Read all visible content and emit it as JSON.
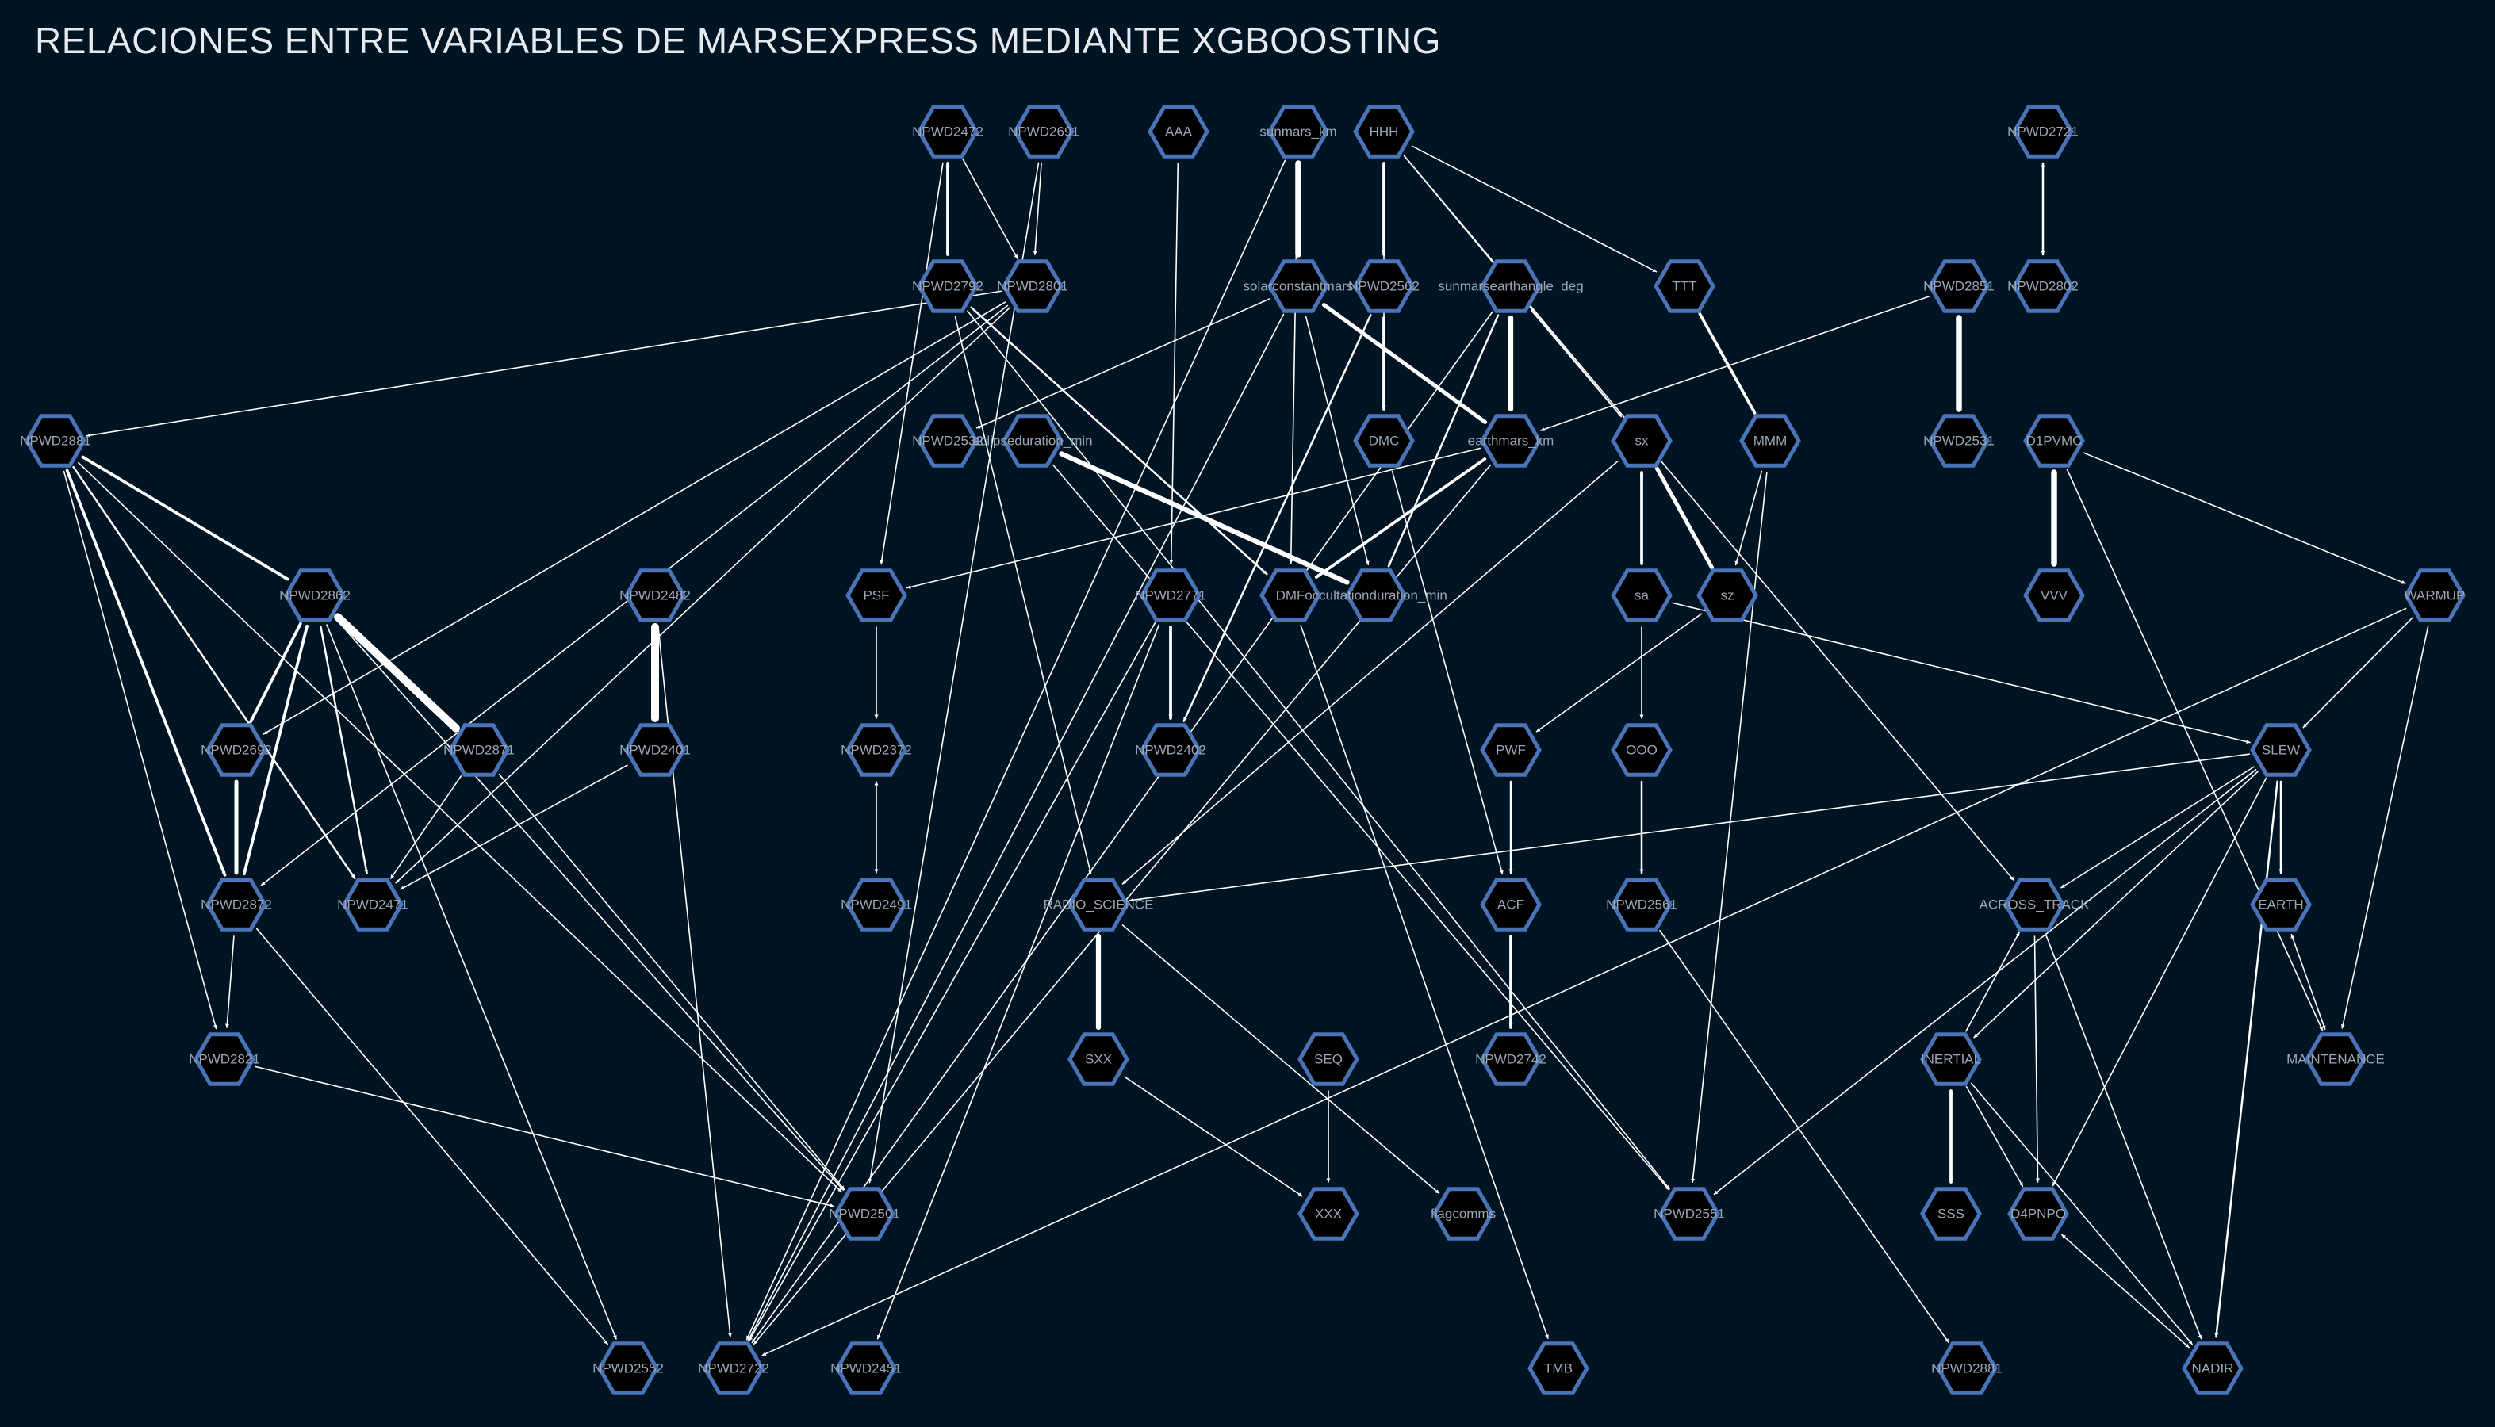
{
  "title": "RELACIONES ENTRE VARIABLES DE MARSEXPRESS MEDIANTE XGBOOSTING",
  "colors": {
    "background": "#011423",
    "node_fill": "#000000",
    "node_stroke": "#4a74b8",
    "edge": "#ffffff",
    "label": "#9aa7b6",
    "title": "#e6eaef"
  },
  "nodes": [
    {
      "id": "NPWD2472",
      "label": "NPWD2472"
    },
    {
      "id": "NPWD2691",
      "label": "NPWD2691"
    },
    {
      "id": "AAA",
      "label": "AAA"
    },
    {
      "id": "sunmars_km",
      "label": "sunmars_km"
    },
    {
      "id": "HHH",
      "label": "HHH"
    },
    {
      "id": "NPWD2721",
      "label": "NPWD2721"
    },
    {
      "id": "NPWD2792",
      "label": "NPWD2792"
    },
    {
      "id": "NPWD2801",
      "label": "NPWD2801"
    },
    {
      "id": "solarconstantmars",
      "label": "solarconstantmars"
    },
    {
      "id": "NPWD2562",
      "label": "NPWD2562"
    },
    {
      "id": "sunmarsearthangle_deg",
      "label": "sunmarsearthangle_deg"
    },
    {
      "id": "TTT",
      "label": "TTT"
    },
    {
      "id": "NPWD2851",
      "label": "NPWD2851"
    },
    {
      "id": "NPWD2802",
      "label": "NPWD2802"
    },
    {
      "id": "NPWD2881",
      "label": "NPWD2881"
    },
    {
      "id": "NPWD2532",
      "label": "NPWD2532"
    },
    {
      "id": "eclipseduration_min",
      "label": "eclipseduration_min"
    },
    {
      "id": "DMC",
      "label": "DMC"
    },
    {
      "id": "earthmars_km",
      "label": "earthmars_km"
    },
    {
      "id": "sx",
      "label": "sx"
    },
    {
      "id": "MMM",
      "label": "MMM"
    },
    {
      "id": "NPWD2531",
      "label": "NPWD2531"
    },
    {
      "id": "D1PVMC",
      "label": "D1PVMC"
    },
    {
      "id": "NPWD2862",
      "label": "NPWD2862"
    },
    {
      "id": "NPWD2482",
      "label": "NPWD2482"
    },
    {
      "id": "PSF",
      "label": "PSF"
    },
    {
      "id": "NPWD2771",
      "label": "NPWD2771"
    },
    {
      "id": "DMF",
      "label": "DMF"
    },
    {
      "id": "occultationduration_min",
      "label": "occultationduration_min"
    },
    {
      "id": "sa",
      "label": "sa"
    },
    {
      "id": "sz",
      "label": "sz"
    },
    {
      "id": "VVV",
      "label": "VVV"
    },
    {
      "id": "WARMUP",
      "label": "WARMUP"
    },
    {
      "id": "NPWD2692",
      "label": "NPWD2692"
    },
    {
      "id": "NPWD2871",
      "label": "NPWD2871"
    },
    {
      "id": "NPWD2401",
      "label": "NPWD2401"
    },
    {
      "id": "NPWD2372",
      "label": "NPWD2372"
    },
    {
      "id": "NPWD2402",
      "label": "NPWD2402"
    },
    {
      "id": "PWF",
      "label": "PWF"
    },
    {
      "id": "OOO",
      "label": "OOO"
    },
    {
      "id": "SLEW",
      "label": "SLEW"
    },
    {
      "id": "NPWD2872",
      "label": "NPWD2872"
    },
    {
      "id": "NPWD2471",
      "label": "NPWD2471"
    },
    {
      "id": "NPWD2491",
      "label": "NPWD2491"
    },
    {
      "id": "RADIO_SCIENCE",
      "label": "RADIO_SCIENCE"
    },
    {
      "id": "ACF",
      "label": "ACF"
    },
    {
      "id": "NPWD2561",
      "label": "NPWD2561"
    },
    {
      "id": "ACROSS_TRACK",
      "label": "ACROSS_TRACK"
    },
    {
      "id": "EARTH",
      "label": "EARTH"
    },
    {
      "id": "NPWD2821",
      "label": "NPWD2821"
    },
    {
      "id": "SXX",
      "label": "SXX"
    },
    {
      "id": "SEQ",
      "label": "SEQ"
    },
    {
      "id": "NPWD2742",
      "label": "NPWD2742"
    },
    {
      "id": "INERTIAL",
      "label": "INERTIAL"
    },
    {
      "id": "MAINTENANCE",
      "label": "MAINTENANCE"
    },
    {
      "id": "NPWD2501",
      "label": "NPWD2501"
    },
    {
      "id": "XXX",
      "label": "XXX"
    },
    {
      "id": "flagcomms",
      "label": "flagcomms"
    },
    {
      "id": "NPWD2551",
      "label": "NPWD2551"
    },
    {
      "id": "SSS",
      "label": "SSS"
    },
    {
      "id": "D4PNPO",
      "label": "D4PNPO"
    },
    {
      "id": "NPWD2552",
      "label": "NPWD2552"
    },
    {
      "id": "NPWD2722",
      "label": "NPWD2722"
    },
    {
      "id": "NPWD2451",
      "label": "NPWD2451"
    },
    {
      "id": "TMB",
      "label": "TMB"
    },
    {
      "id": "NPWD2881b",
      "label": "NPWD2881"
    },
    {
      "id": "NADIR",
      "label": "NADIR"
    }
  ],
  "edges": [
    {
      "from": "NPWD2472",
      "to": "NPWD2792",
      "weight": 3,
      "bidirectional": true
    },
    {
      "from": "NPWD2472",
      "to": "NPWD2801",
      "weight": 1
    },
    {
      "from": "NPWD2472",
      "to": "PSF",
      "weight": 1
    },
    {
      "from": "NPWD2691",
      "to": "NPWD2801",
      "weight": 1
    },
    {
      "from": "NPWD2691",
      "to": "NPWD2501",
      "weight": 1
    },
    {
      "from": "AAA",
      "to": "NPWD2771",
      "weight": 1
    },
    {
      "from": "sunmars_km",
      "to": "solarconstantmars",
      "weight": 6
    },
    {
      "from": "sunmars_km",
      "to": "NPWD2722",
      "weight": 1
    },
    {
      "from": "sunmars_km",
      "to": "DMF",
      "weight": 1
    },
    {
      "from": "HHH",
      "to": "NPWD2562",
      "weight": 3,
      "bidirectional": true
    },
    {
      "from": "HHH",
      "to": "TTT",
      "weight": 1
    },
    {
      "from": "HHH",
      "to": "DMC",
      "weight": 1
    },
    {
      "from": "HHH",
      "to": "ACROSS_TRACK",
      "weight": 1
    },
    {
      "from": "HHH",
      "to": "sx",
      "weight": 1
    },
    {
      "from": "NPWD2721",
      "to": "NPWD2802",
      "weight": 2,
      "bidirectional": true
    },
    {
      "from": "NPWD2792",
      "to": "DMF",
      "weight": 2
    },
    {
      "from": "NPWD2792",
      "to": "RADIO_SCIENCE",
      "weight": 1
    },
    {
      "from": "NPWD2792",
      "to": "NPWD2551",
      "weight": 1
    },
    {
      "from": "NPWD2801",
      "to": "NPWD2881",
      "weight": 1
    },
    {
      "from": "NPWD2801",
      "to": "NPWD2692",
      "weight": 1
    },
    {
      "from": "NPWD2801",
      "to": "NPWD2872",
      "weight": 1
    },
    {
      "from": "NPWD2801",
      "to": "NPWD2471",
      "weight": 1
    },
    {
      "from": "solarconstantmars",
      "to": "earthmars_km",
      "weight": 4
    },
    {
      "from": "solarconstantmars",
      "to": "NPWD2532",
      "weight": 1
    },
    {
      "from": "solarconstantmars",
      "to": "occultationduration_min",
      "weight": 1
    },
    {
      "from": "solarconstantmars",
      "to": "NPWD2722",
      "weight": 1
    },
    {
      "from": "NPWD2562",
      "to": "DMC",
      "weight": 3
    },
    {
      "from": "NPWD2562",
      "to": "NPWD2402",
      "weight": 2
    },
    {
      "from": "sunmarsearthangle_deg",
      "to": "earthmars_km",
      "weight": 5,
      "bidirectional": true
    },
    {
      "from": "sunmarsearthangle_deg",
      "to": "occultationduration_min",
      "weight": 2
    },
    {
      "from": "sunmarsearthangle_deg",
      "to": "NPWD2722",
      "weight": 1
    },
    {
      "from": "sunmarsearthangle_deg",
      "to": "sx",
      "weight": 1
    },
    {
      "from": "TTT",
      "to": "MMM",
      "weight": 3,
      "bidirectional": true
    },
    {
      "from": "NPWD2851",
      "to": "NPWD2531",
      "weight": 6,
      "bidirectional": true
    },
    {
      "from": "NPWD2851",
      "to": "earthmars_km",
      "weight": 1
    },
    {
      "from": "NPWD2881",
      "to": "NPWD2862",
      "weight": 3
    },
    {
      "from": "NPWD2881",
      "to": "NPWD2872",
      "weight": 3
    },
    {
      "from": "NPWD2881",
      "to": "NPWD2471",
      "weight": 2
    },
    {
      "from": "NPWD2881",
      "to": "NPWD2821",
      "weight": 1
    },
    {
      "from": "NPWD2881",
      "to": "NPWD2501",
      "weight": 1
    },
    {
      "from": "eclipseduration_min",
      "to": "occultationduration_min",
      "weight": 5,
      "bidirectional": true
    },
    {
      "from": "eclipseduration_min",
      "to": "NPWD2551",
      "weight": 1
    },
    {
      "from": "earthmars_km",
      "to": "DMF",
      "weight": 3
    },
    {
      "from": "earthmars_km",
      "to": "PSF",
      "weight": 1
    },
    {
      "from": "earthmars_km",
      "to": "NPWD2722",
      "weight": 1
    },
    {
      "from": "DMC",
      "to": "ACF",
      "weight": 1
    },
    {
      "from": "sx",
      "to": "sa",
      "weight": 3,
      "bidirectional": true
    },
    {
      "from": "sx",
      "to": "sz",
      "weight": 4,
      "bidirectional": true
    },
    {
      "from": "sx",
      "to": "RADIO_SCIENCE",
      "weight": 1
    },
    {
      "from": "MMM",
      "to": "sz",
      "weight": 1
    },
    {
      "from": "MMM",
      "to": "NPWD2551",
      "weight": 1
    },
    {
      "from": "D1PVMC",
      "to": "VVV",
      "weight": 6,
      "bidirectional": true
    },
    {
      "from": "D1PVMC",
      "to": "WARMUP",
      "weight": 1
    },
    {
      "from": "D1PVMC",
      "to": "MAINTENANCE",
      "weight": 1
    },
    {
      "from": "NPWD2862",
      "to": "NPWD2871",
      "weight": 8,
      "bidirectional": true
    },
    {
      "from": "NPWD2862",
      "to": "NPWD2692",
      "weight": 3
    },
    {
      "from": "NPWD2862",
      "to": "NPWD2872",
      "weight": 3
    },
    {
      "from": "NPWD2862",
      "to": "NPWD2471",
      "weight": 2
    },
    {
      "from": "NPWD2862",
      "to": "NPWD2501",
      "weight": 1
    },
    {
      "from": "NPWD2862",
      "to": "NPWD2552",
      "weight": 1
    },
    {
      "from": "NPWD2482",
      "to": "NPWD2401",
      "weight": 8,
      "bidirectional": true
    },
    {
      "from": "NPWD2482",
      "to": "NPWD2722",
      "weight": 1
    },
    {
      "from": "PSF",
      "to": "NPWD2372",
      "weight": 1
    },
    {
      "from": "NPWD2771",
      "to": "NPWD2402",
      "weight": 3
    },
    {
      "from": "NPWD2771",
      "to": "NPWD2722",
      "weight": 1
    },
    {
      "from": "NPWD2771",
      "to": "NPWD2451",
      "weight": 1
    },
    {
      "from": "DMF",
      "to": "TMB",
      "weight": 1
    },
    {
      "from": "sa",
      "to": "OOO",
      "weight": 1
    },
    {
      "from": "sa",
      "to": "SLEW",
      "weight": 1
    },
    {
      "from": "sz",
      "to": "PWF",
      "weight": 1
    },
    {
      "from": "WARMUP",
      "to": "SLEW",
      "weight": 1
    },
    {
      "from": "WARMUP",
      "to": "MAINTENANCE",
      "weight": 1
    },
    {
      "from": "WARMUP",
      "to": "NPWD2722",
      "weight": 1
    },
    {
      "from": "NPWD2692",
      "to": "NPWD2872",
      "weight": 4,
      "bidirectional": true
    },
    {
      "from": "NPWD2871",
      "to": "NPWD2471",
      "weight": 1
    },
    {
      "from": "NPWD2871",
      "to": "NPWD2501",
      "weight": 1
    },
    {
      "from": "NPWD2401",
      "to": "NPWD2471",
      "weight": 1
    },
    {
      "from": "NPWD2372",
      "to": "NPWD2491",
      "weight": 1,
      "bidirectional": true
    },
    {
      "from": "PWF",
      "to": "ACF",
      "weight": 2
    },
    {
      "from": "OOO",
      "to": "NPWD2561",
      "weight": 2
    },
    {
      "from": "SLEW",
      "to": "RADIO_SCIENCE",
      "weight": 1
    },
    {
      "from": "SLEW",
      "to": "EARTH",
      "weight": 2
    },
    {
      "from": "SLEW",
      "to": "ACROSS_TRACK",
      "weight": 1
    },
    {
      "from": "SLEW",
      "to": "NADIR",
      "weight": 2
    },
    {
      "from": "SLEW",
      "to": "INERTIAL",
      "weight": 1
    },
    {
      "from": "SLEW",
      "to": "D4PNPO",
      "weight": 1
    },
    {
      "from": "SLEW",
      "to": "NPWD2551",
      "weight": 1
    },
    {
      "from": "NPWD2872",
      "to": "NPWD2821",
      "weight": 1
    },
    {
      "from": "NPWD2872",
      "to": "NPWD2552",
      "weight": 1
    },
    {
      "from": "RADIO_SCIENCE",
      "to": "SXX",
      "weight": 5,
      "bidirectional": true
    },
    {
      "from": "RADIO_SCIENCE",
      "to": "flagcomms",
      "weight": 1
    },
    {
      "from": "ACF",
      "to": "NPWD2742",
      "weight": 3
    },
    {
      "from": "NPWD2561",
      "to": "NPWD2881b",
      "weight": 1
    },
    {
      "from": "ACROSS_TRACK",
      "to": "D4PNPO",
      "weight": 1
    },
    {
      "from": "ACROSS_TRACK",
      "to": "NADIR",
      "weight": 1
    },
    {
      "from": "EARTH",
      "to": "MAINTENANCE",
      "weight": 1,
      "bidirectional": true
    },
    {
      "from": "NPWD2821",
      "to": "NPWD2501",
      "weight": 1
    },
    {
      "from": "SXX",
      "to": "XXX",
      "weight": 1
    },
    {
      "from": "SEQ",
      "to": "XXX",
      "weight": 1
    },
    {
      "from": "INERTIAL",
      "to": "SSS",
      "weight": 3,
      "bidirectional": true
    },
    {
      "from": "INERTIAL",
      "to": "ACROSS_TRACK",
      "weight": 1
    },
    {
      "from": "INERTIAL",
      "to": "NADIR",
      "weight": 1
    },
    {
      "from": "INERTIAL",
      "to": "D4PNPO",
      "weight": 1
    },
    {
      "from": "D4PNPO",
      "to": "NADIR",
      "weight": 1,
      "bidirectional": true
    }
  ]
}
